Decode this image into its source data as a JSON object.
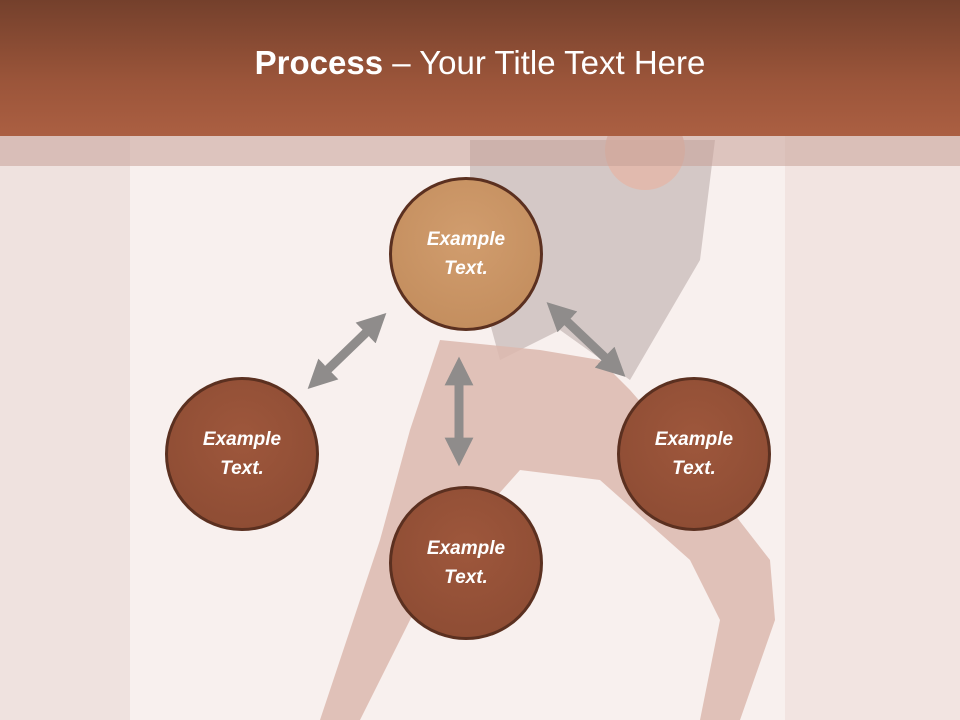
{
  "slide": {
    "title_bold": "Process",
    "title_rest": " – Your Title Text Here"
  },
  "nodes": [
    {
      "text": "Example Text."
    },
    {
      "text": "Example Text."
    },
    {
      "text": "Example Text."
    },
    {
      "text": "Example Text."
    }
  ],
  "colors": {
    "header": "#9b553a",
    "node_top": "#c9956a",
    "node": "#944f36",
    "arrow": "#8f8c8b"
  }
}
